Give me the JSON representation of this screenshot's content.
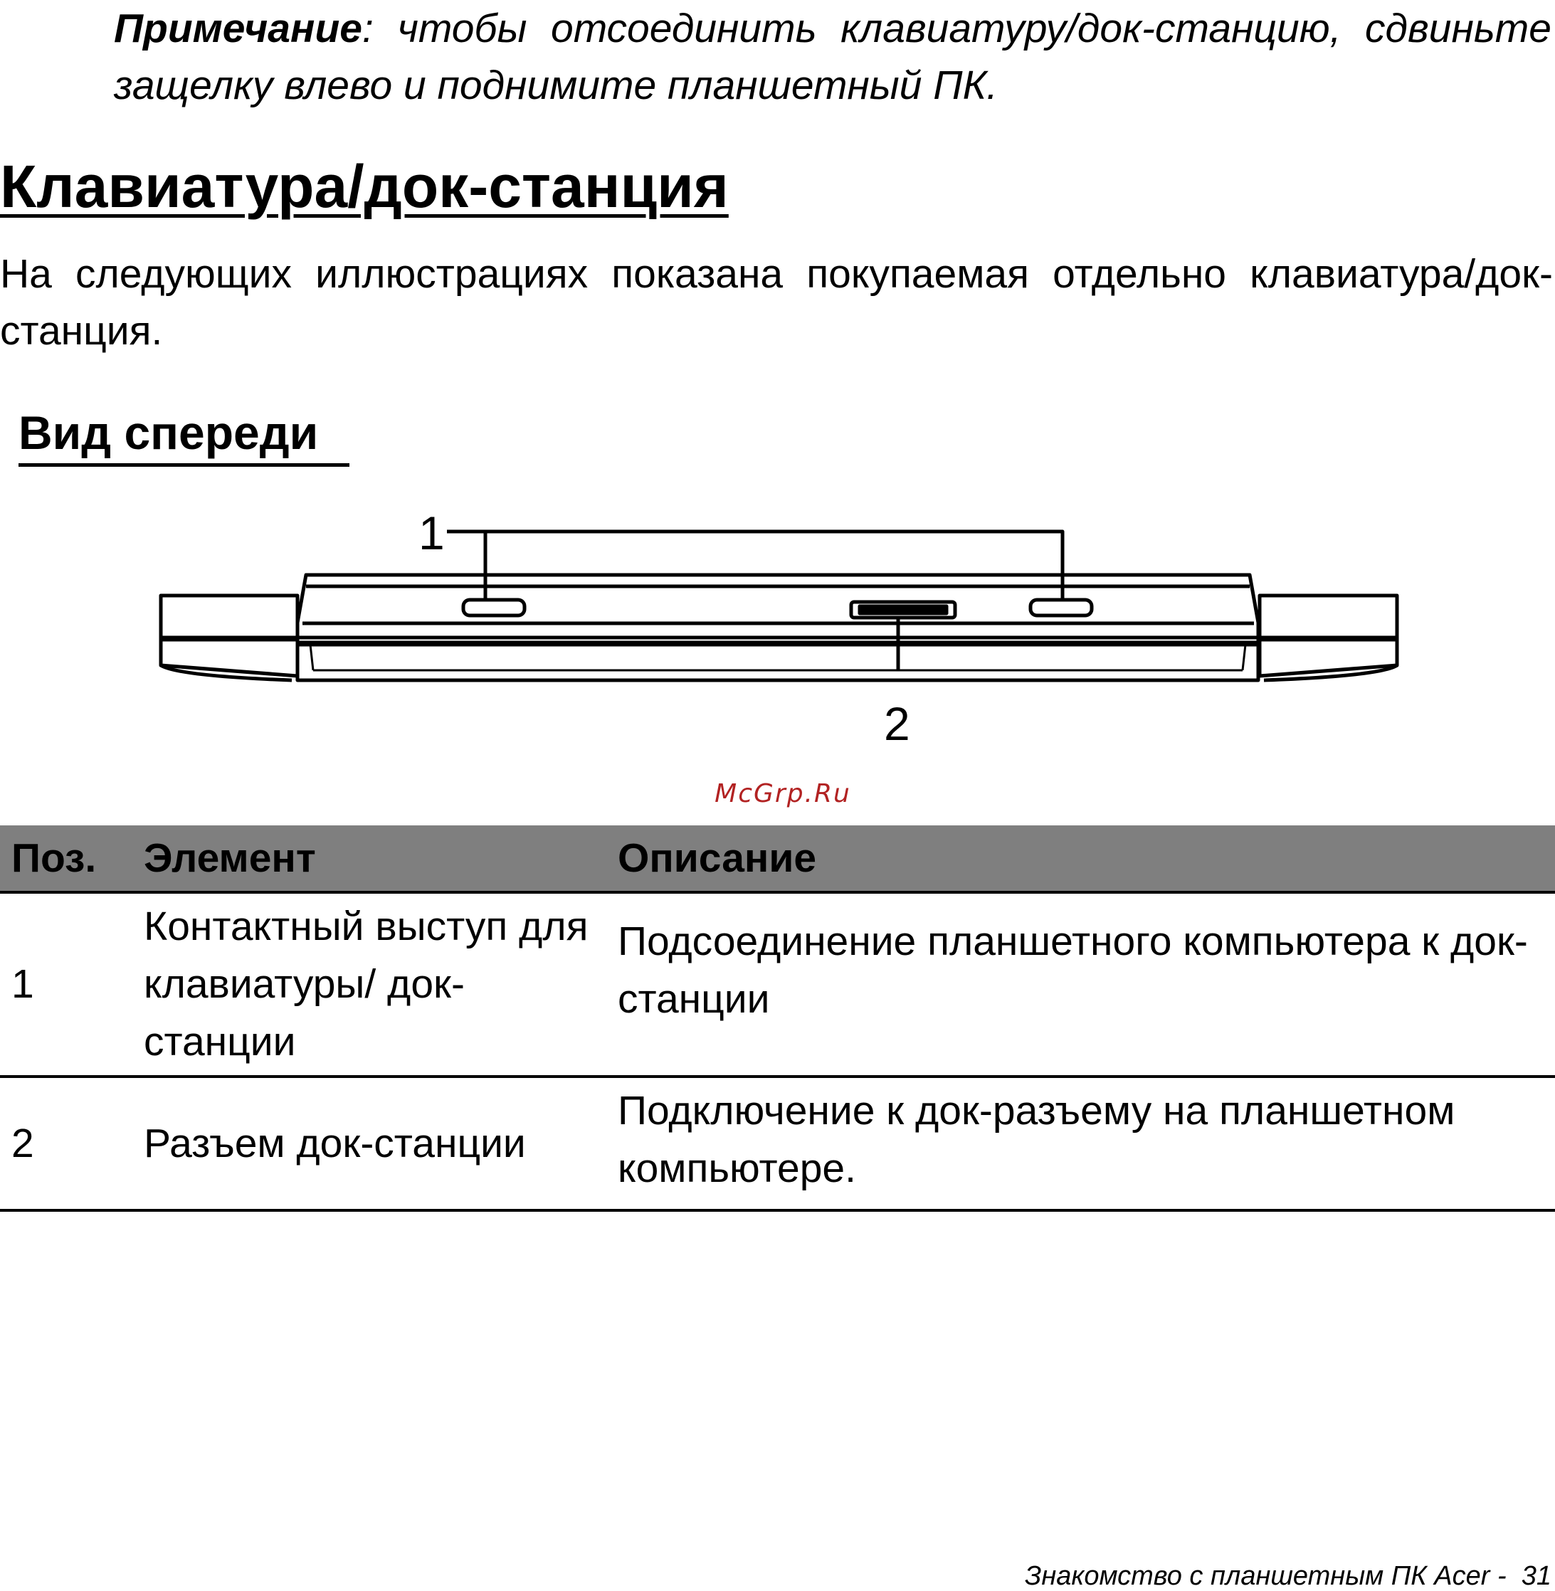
{
  "note": {
    "label": "Примечание",
    "text": ": чтобы отсоединить клавиатуру/док-станцию, сдвиньте защелку влево и поднимите планшетный ПК."
  },
  "section_title": "Клавиатура/док-станция",
  "intro": "На следующих иллюстрациях показана покупаемая отдельно клавиатура/док-станция.",
  "subsection_title": "Вид спереди",
  "figure": {
    "callout_1": "1",
    "callout_2": "2"
  },
  "watermark": "McGrp.Ru",
  "table": {
    "headers": [
      "Поз.",
      "Элемент",
      "Описание"
    ],
    "rows": [
      {
        "pos": "1",
        "element": "Контактный выступ для клавиатуры/ док-станции",
        "description": "Подсоединение планшетного компьютера к док-станции"
      },
      {
        "pos": "2",
        "element": "Разъем док-станции",
        "description": "Подключение к док-разъему на планшетном компьютере."
      }
    ]
  },
  "footer": {
    "text": "Знакомство с планшетным ПК Acer -",
    "page": "31"
  }
}
